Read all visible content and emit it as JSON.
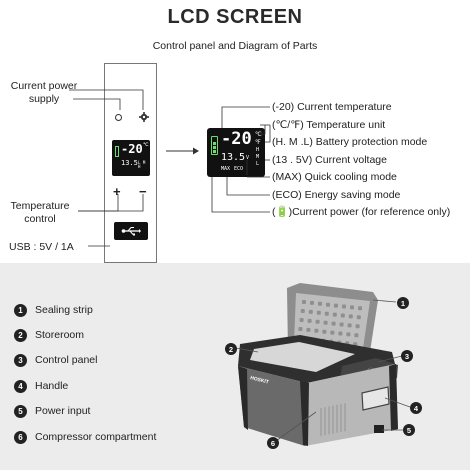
{
  "header": {
    "title": "LCD SCREEN",
    "subtitle": "Control panel and Diagram of Parts"
  },
  "control_panel": {
    "power_label_line1": "Current power",
    "power_label_line2": "supply",
    "temp_label_line1": "Temperature",
    "temp_label_line2": "control",
    "usb_label": "USB : 5V / 1A",
    "plus": "+",
    "minus": "−",
    "small_lcd": {
      "temp": "-20",
      "unit": "℃",
      "voltage": "13.5",
      "mode": "L M H"
    }
  },
  "lcd_screen": {
    "temp": "-20",
    "unit_c": "℃",
    "unit_f": "℉",
    "voltage": "13.5",
    "v": "V",
    "hml": [
      "H",
      "M",
      "L"
    ],
    "max": "MAX",
    "eco": "ECO",
    "legend": [
      "(-20) Current temperature",
      "(℃/℉) Temperature unit",
      "(H. M .L) Battery protection mode",
      "(13 . 5V) Current voltage",
      "(MAX) Quick cooling mode",
      "(ECO) Energy saving mode",
      "(🔋)Current power (for reference only)"
    ]
  },
  "parts": {
    "items": [
      {
        "num": "1",
        "label": "Sealing strip"
      },
      {
        "num": "2",
        "label": "Storeroom"
      },
      {
        "num": "3",
        "label": "Control panel"
      },
      {
        "num": "4",
        "label": "Handle"
      },
      {
        "num": "5",
        "label": "Power input"
      },
      {
        "num": "6",
        "label": "Compressor compartment"
      }
    ],
    "brand": "HOSKIT"
  }
}
